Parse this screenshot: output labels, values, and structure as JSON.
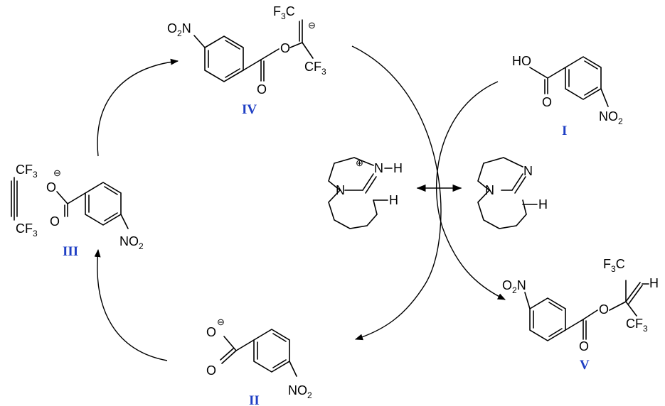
{
  "labels": {
    "I": "I",
    "II": "II",
    "III": "III",
    "IV": "IV",
    "V": "V"
  },
  "atoms": {
    "HO": "HO",
    "O": "O",
    "N": "N",
    "H": "H",
    "F3C": "F3C",
    "CF3": "CF3",
    "NO2": "NO2",
    "O2N": "O2N"
  },
  "charges": {
    "minus": "⊖",
    "plus": "⊕"
  },
  "colors": {
    "label": "#1f3fc4",
    "ink": "#000000"
  }
}
